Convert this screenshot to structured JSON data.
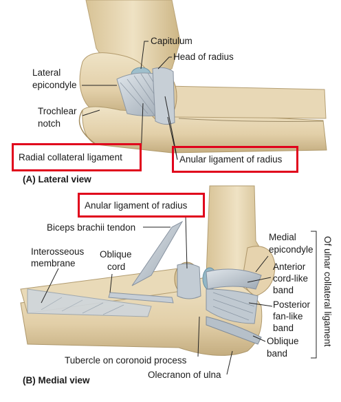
{
  "panel_a": {
    "caption": "(A) Lateral view",
    "labels": {
      "capitulum": "Capitulum",
      "head_of_radius": "Head of radius",
      "lateral_epicondyle_1": "Lateral",
      "lateral_epicondyle_2": "epicondyle",
      "trochlear_notch_1": "Trochlear",
      "trochlear_notch_2": "notch"
    },
    "highlighted": {
      "radial_collateral": "Radial collateral ligament",
      "anular": "Anular ligament of radius"
    }
  },
  "panel_b": {
    "caption": "(B) Medial view",
    "labels": {
      "biceps_tendon": "Biceps brachii tendon",
      "interosseous_1": "Interosseous",
      "interosseous_2": "membrane",
      "oblique_cord_1": "Oblique",
      "oblique_cord_2": "cord",
      "medial_epicondyle_1": "Medial",
      "medial_epicondyle_2": "epicondyle",
      "anterior_band_1": "Anterior",
      "anterior_band_2": "cord-like",
      "anterior_band_3": "band",
      "posterior_band_1": "Posterior",
      "posterior_band_2": "fan-like",
      "posterior_band_3": "band",
      "oblique_band_1": "Oblique",
      "oblique_band_2": "band",
      "tubercle": "Tubercle on coronoid process",
      "olecranon": "Olecranon of ulna",
      "bracket_label": "Of ulnar collateral ligament"
    },
    "highlighted": {
      "anular": "Anular ligament of radius"
    }
  },
  "colors": {
    "bone": "#e6d6b4",
    "bone_shadow": "#c9b48a",
    "ligament": "#b8c2cc",
    "cartilage": "#8fb6c4",
    "highlight_box": "#e0001b"
  }
}
